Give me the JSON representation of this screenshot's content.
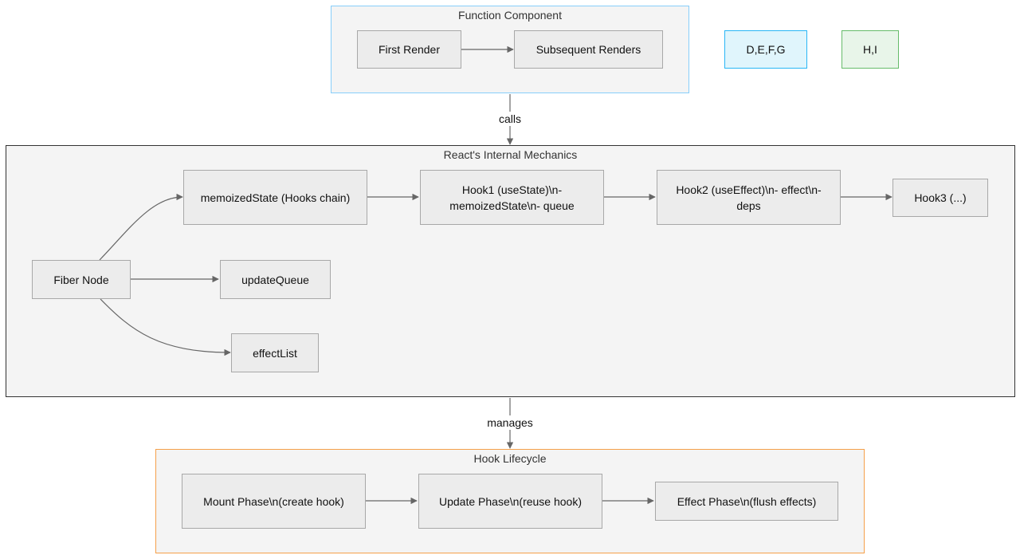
{
  "clusters": {
    "function_component": {
      "title": "Function Component",
      "border_color": "#87cefa"
    },
    "react_internals": {
      "title": "React's Internal Mechanics",
      "border_color": "#333333"
    },
    "hook_lifecycle": {
      "title": "Hook Lifecycle",
      "border_color": "#f5a04a"
    }
  },
  "nodes": {
    "first_render": "First Render",
    "subsequent_renders": "Subsequent Renders",
    "defg": "D,E,F,G",
    "hi": "H,I",
    "memoized_state": "memoizedState (Hooks chain)",
    "hook1": "Hook1 (useState)\\n- memoizedState\\n- queue",
    "hook2": "Hook2 (useEffect)\\n- effect\\n- deps",
    "hook3": "Hook3 (...)",
    "fiber_node": "Fiber Node",
    "update_queue": "updateQueue",
    "effect_list": "effectList",
    "mount_phase": "Mount Phase\\n(create hook)",
    "update_phase": "Update Phase\\n(reuse hook)",
    "effect_phase": "Effect Phase\\n(flush effects)"
  },
  "legend_colors": {
    "defg_fill": "#e0f5fc",
    "defg_border": "#29b6f6",
    "hi_fill": "#e8f5e9",
    "hi_border": "#66bb6a"
  },
  "edge_labels": {
    "calls": "calls",
    "manages": "manages"
  },
  "edge_color": "#666666"
}
